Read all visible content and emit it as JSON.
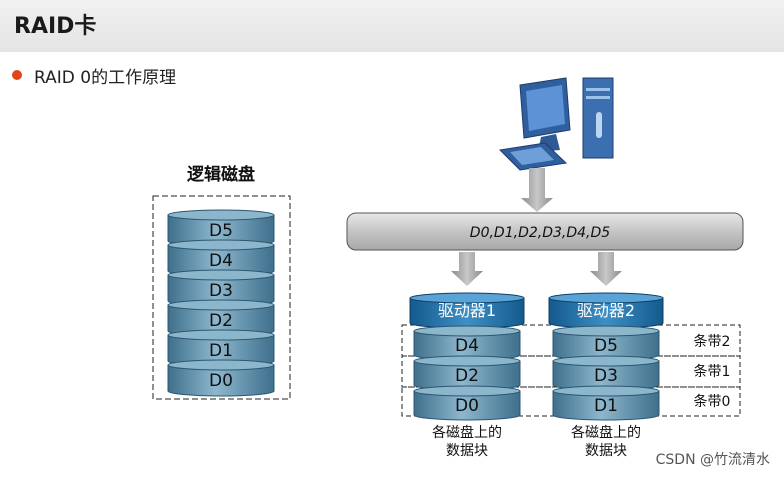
{
  "header": {
    "title": "RAID卡"
  },
  "bullet": {
    "text": "RAID 0的工作原理"
  },
  "logical_disk": {
    "title": "逻辑磁盘",
    "blocks": [
      "D5",
      "D4",
      "D3",
      "D2",
      "D1",
      "D0"
    ]
  },
  "bus": {
    "label": "D0,D1,D2,D3,D4,D5"
  },
  "drives": [
    {
      "label": "驱动器1",
      "blocks": [
        "D4",
        "D2",
        "D0"
      ],
      "caption": [
        "各磁盘上的",
        "数据块"
      ]
    },
    {
      "label": "驱动器2",
      "blocks": [
        "D5",
        "D3",
        "D1"
      ],
      "caption": [
        "各磁盘上的",
        "数据块"
      ]
    }
  ],
  "stripes": [
    "条带2",
    "条带1",
    "条带0"
  ],
  "watermark": "CSDN @竹流清水",
  "colors": {
    "disk": "#5d8fac",
    "disk_top": "#8cb6cc",
    "drive_header": "#1f6fa8",
    "bullet": "#e2451d",
    "bus": "#c9c9c9"
  }
}
